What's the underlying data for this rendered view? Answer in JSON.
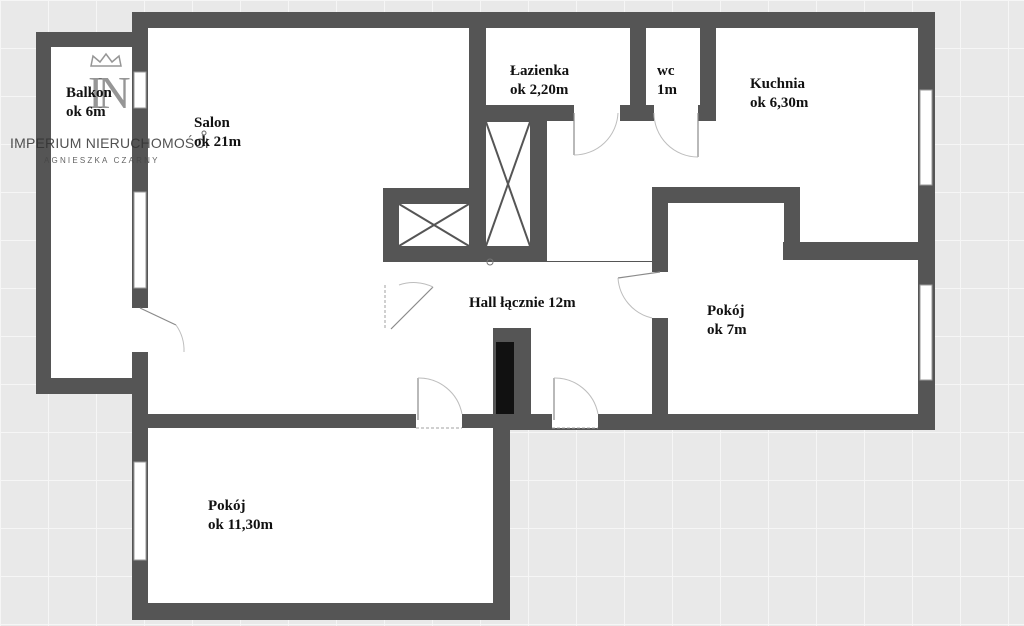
{
  "logo": {
    "monogram": "IN",
    "company": "IMPERIUM NIERUCHOMOŚCI",
    "person": "AGNIESZKA CZARNY"
  },
  "rooms": [
    {
      "id": "balkon",
      "name": "Balkon",
      "area": "ok 6m"
    },
    {
      "id": "salon",
      "name": "Salon",
      "area": "ok 21m"
    },
    {
      "id": "lazienka",
      "name": "Łazienka",
      "area": "ok 2,20m"
    },
    {
      "id": "wc",
      "name": "wc",
      "area": "1m"
    },
    {
      "id": "kuchnia",
      "name": "Kuchnia",
      "area": "ok 6,30m"
    },
    {
      "id": "hall",
      "name": "Hall łącznie 12m",
      "area": ""
    },
    {
      "id": "pokoj-small",
      "name": "Pokój",
      "area": "ok 7m"
    },
    {
      "id": "pokoj-large",
      "name": "Pokój",
      "area": "ok 11,30m"
    }
  ],
  "colors": {
    "wall": "#555555",
    "floor": "#ffffff",
    "background": "#e9e9e9",
    "chimney": "#111111"
  }
}
